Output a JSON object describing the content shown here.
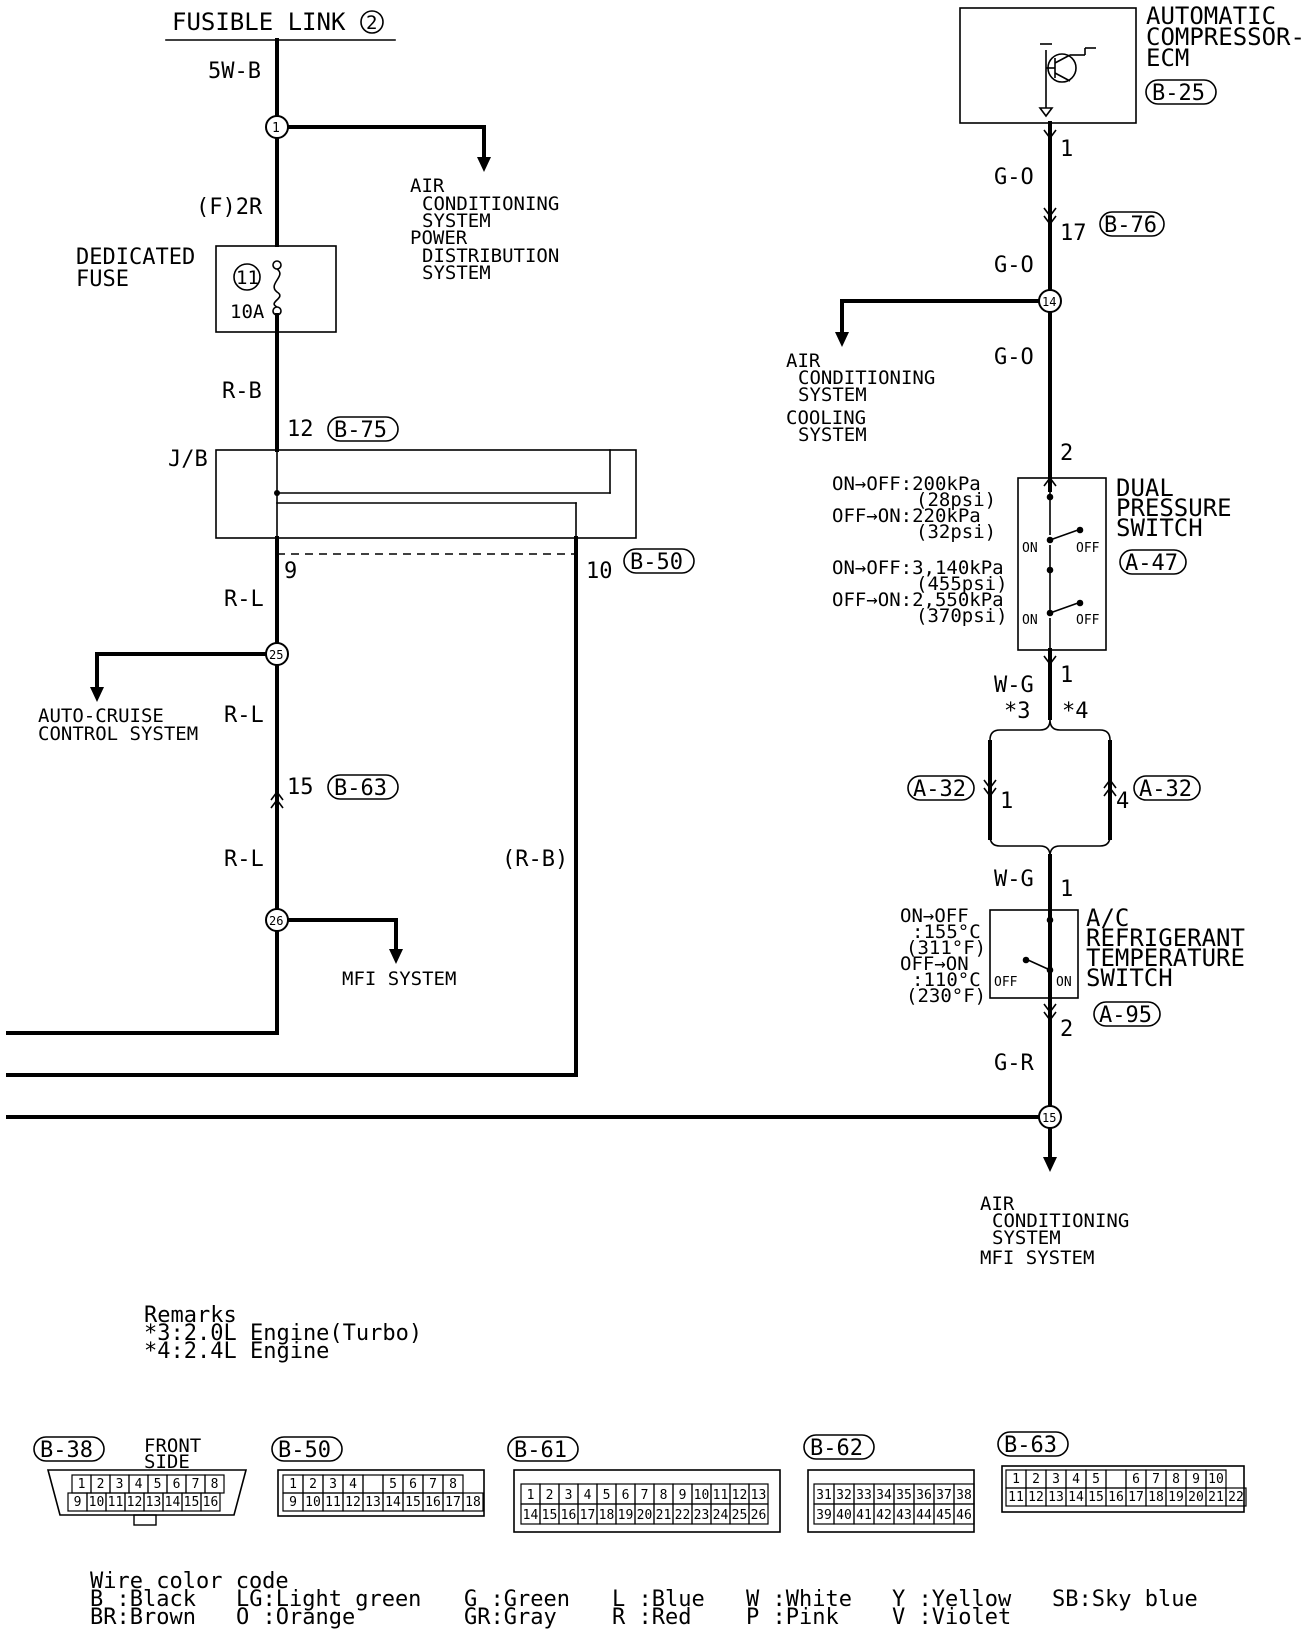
{
  "fusible": {
    "title": "FUSIBLE LINK",
    "num": "2"
  },
  "wires": {
    "w5wb": "5W-B",
    "f2r": "(F)2R",
    "rb": "R-B",
    "rl1": "R-L",
    "rl2": "R-L",
    "rl3": "R-L",
    "rb_paren": "(R-B)",
    "go1": "G-O",
    "go2": "G-O",
    "go3": "G-O",
    "wg1": "W-G",
    "wg2": "W-G",
    "gr": "G-R"
  },
  "junctions": {
    "j1": "1",
    "j25": "25",
    "j26": "26",
    "j14": "14",
    "j15": "15"
  },
  "dest_top": [
    "AIR",
    "CONDITIONING",
    "SYSTEM",
    "POWER",
    "DISTRIBUTION",
    "SYSTEM"
  ],
  "fuse": {
    "label1": "DEDICATED",
    "label2": "FUSE",
    "num": "11",
    "amp": "10A"
  },
  "jb": {
    "label": "J/B",
    "pin_in": "12",
    "conn_in": "B-75",
    "pin_out1": "9",
    "pin_out2": "10",
    "conn_out": "B-50"
  },
  "dest_cruise": [
    "AUTO-CRUISE",
    "CONTROL SYSTEM"
  ],
  "conn_b63": {
    "pin": "15",
    "id": "B-63"
  },
  "dest_mfi": "MFI SYSTEM",
  "ecm": {
    "l1": "AUTOMATIC",
    "l2": "COMPRESSOR-",
    "l3": "ECM",
    "id": "B-25",
    "pin": "1"
  },
  "conn_b76": {
    "pin": "17",
    "id": "B-76"
  },
  "dest_ac": [
    "AIR",
    "CONDITIONING",
    "SYSTEM",
    "COOLING",
    "SYSTEM"
  ],
  "dps": {
    "l1": "DUAL",
    "l2": "PRESSURE",
    "l3": "SWITCH",
    "id": "A-47",
    "pin_top": "2",
    "pin_bot": "1",
    "spec1": "ON→OFF:200kPa",
    "spec1b": "(28psi)",
    "spec2": "OFF→ON:220kPa",
    "spec2b": "(32psi)",
    "spec3": "ON→OFF:3,140kPa",
    "spec3b": "(455psi)",
    "spec4": "OFF→ON:2,550kPa",
    "spec4b": "(370psi)",
    "on": "ON",
    "off": "OFF"
  },
  "a32": {
    "star3": "*3",
    "star4": "*4",
    "id_left": "A-32",
    "id_right": "A-32",
    "pin_left": "1",
    "pin_right": "4"
  },
  "arts": {
    "l1": "A/C",
    "l2": "REFRIGERANT",
    "l3": "TEMPERATURE",
    "l4": "SWITCH",
    "id": "A-95",
    "pin_top": "1",
    "pin_bot": "2",
    "s1": "ON→OFF",
    "s2": ":155°C",
    "s3": "(311°F)",
    "s4": "OFF→ON",
    "s5": ":110°C",
    "s6": "(230°F)",
    "on": "ON",
    "off": "OFF"
  },
  "dest_bottom": [
    "AIR",
    "CONDITIONING",
    "SYSTEM",
    "MFI SYSTEM"
  ],
  "remarks": {
    "title": "Remarks",
    "r1": "*3:2.0L Engine(Turbo)",
    "r2": "*4:2.4L Engine"
  },
  "connectors": {
    "b38": {
      "id": "B-38",
      "note1": "FRONT",
      "note2": "SIDE",
      "row1": [
        "1",
        "2",
        "3",
        "4",
        "5",
        "6",
        "7",
        "8"
      ],
      "row2": [
        "9",
        "10",
        "11",
        "12",
        "13",
        "14",
        "15",
        "16"
      ]
    },
    "b50": {
      "id": "B-50",
      "row1": [
        "1",
        "2",
        "3",
        "4",
        "",
        "5",
        "6",
        "7",
        "8"
      ],
      "row2": [
        "9",
        "10",
        "11",
        "12",
        "13",
        "14",
        "15",
        "16",
        "17",
        "18"
      ]
    },
    "b61": {
      "id": "B-61",
      "row1": [
        "1",
        "2",
        "3",
        "4",
        "5",
        "6",
        "7",
        "8",
        "9",
        "10",
        "11",
        "12",
        "13"
      ],
      "row2": [
        "14",
        "15",
        "16",
        "17",
        "18",
        "19",
        "20",
        "21",
        "22",
        "23",
        "24",
        "25",
        "26"
      ]
    },
    "b62": {
      "id": "B-62",
      "row1": [
        "31",
        "32",
        "33",
        "34",
        "35",
        "36",
        "37",
        "38"
      ],
      "row2": [
        "39",
        "40",
        "41",
        "42",
        "43",
        "44",
        "45",
        "46"
      ]
    },
    "b63": {
      "id": "B-63",
      "row1": [
        "1",
        "2",
        "3",
        "4",
        "5",
        "",
        "6",
        "7",
        "8",
        "9",
        "10"
      ],
      "row2": [
        "11",
        "12",
        "13",
        "14",
        "15",
        "16",
        "17",
        "18",
        "19",
        "20",
        "21",
        "22"
      ]
    }
  },
  "color_code": {
    "title": "Wire color code",
    "items": [
      "B :Black",
      "BR:Brown",
      "LG:Light green",
      "O :Orange",
      "G :Green",
      "GR:Gray",
      "L :Blue",
      "R :Red",
      "W :White",
      "P :Pink",
      "Y :Yellow",
      "V :Violet",
      "SB:Sky blue"
    ]
  }
}
